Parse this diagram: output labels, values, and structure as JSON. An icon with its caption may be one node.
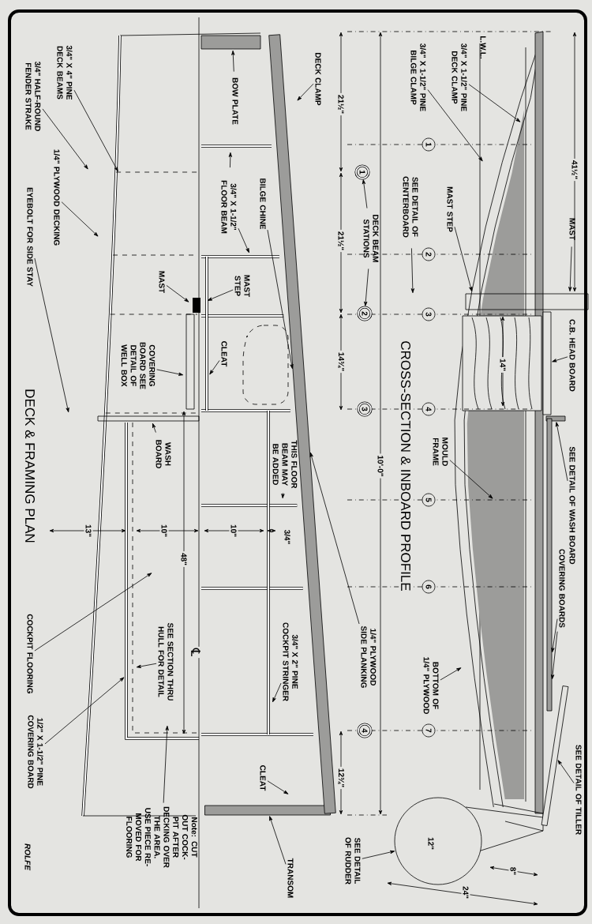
{
  "diagram": {
    "title": "DECK & FRAMING PLAN",
    "caption": "CROSS-SECTION & INBOARD PROFILE",
    "nodes": [
      {
        "text": [
          "3/4\" X 4\" PINE DECK BEAMS"
        ]
      },
      {
        "text": [
          "3/4\" HALF-ROUND FENDER STRAKE"
        ]
      },
      {
        "text": [
          "1/4\" PLYWOOD DECKING"
        ]
      },
      {
        "text": [
          "EYEBOLT FOR SIDE STAY"
        ]
      },
      {
        "text": [
          "BOW PLATE"
        ]
      },
      {
        "text": [
          "3/4\" X 1-1/2\" FLOOR BEAM"
        ]
      },
      {
        "text": [
          "BILGE CHINE"
        ]
      },
      {
        "text": [
          "DECK CLAMP"
        ]
      },
      {
        "text": [
          "MAST"
        ]
      },
      {
        "text": [
          "MAST STEP"
        ]
      },
      {
        "text": [
          "COVERING BOARD SEE DETAIL OF WELL BOX"
        ]
      },
      {
        "text": [
          "CLEAT"
        ]
      },
      {
        "text": [
          "WASH BOARD"
        ]
      },
      {
        "text": [
          "THIS FLOOR BEAM MAY BE ADDED"
        ]
      },
      {
        "text": [
          "COCKPIT FLOORING"
        ]
      },
      {
        "text": [
          "SEE SECTION THRU HULL FOR DETAIL"
        ]
      },
      {
        "text": [
          "1/2\" X 1-1/2\" PINE COVERING BOARD"
        ]
      },
      {
        "text": [
          "3/4\" X 2\" PINE COCKPIT STRINGER"
        ]
      },
      {
        "text": [
          "CLEAT"
        ]
      },
      {
        "text": [
          "TRANSOM"
        ]
      },
      {
        "text": [
          "Note: CUT OUT COCK- PIT AFTER DECKING OVER THE AREA. USE PIECE RE- MOVED FOR FLOORING"
        ]
      },
      {
        "text": [
          "3/4\" X 1-1/2\" PINE DECK CLAMP"
        ]
      },
      {
        "text": [
          "3/4\" X 1-1/2\" PINE BILGE CLAMP"
        ]
      },
      {
        "text": [
          "SEE DETAIL OF CENTERBOARD"
        ]
      },
      {
        "text": [
          "MAST STEP"
        ]
      },
      {
        "text": [
          "MAST"
        ]
      },
      {
        "text": [
          "C.B. HEAD BOARD"
        ]
      },
      {
        "text": [
          "SEE DETAIL OF WASH BOARD"
        ]
      },
      {
        "text": [
          "COVERING BOARDS"
        ]
      },
      {
        "text": [
          "MOULD FRAME"
        ]
      },
      {
        "text": [
          "1/4\" PLYWOOD SIDE PLANKING"
        ]
      },
      {
        "text": [
          "BOTTOM OF 1/4\" PLYWOOD"
        ]
      },
      {
        "text": [
          "SEE DETAIL OF TILLER"
        ]
      },
      {
        "text": [
          "SEE DETAIL OF RUDDER"
        ]
      },
      {
        "text": [
          "DECK BEAM STATIONS"
        ]
      },
      {
        "text": [
          "1"
        ]
      },
      {
        "text": [
          "2"
        ]
      },
      {
        "text": [
          "3"
        ]
      },
      {
        "text": [
          "4"
        ]
      },
      {
        "text": [
          "1"
        ]
      },
      {
        "text": [
          "2"
        ]
      },
      {
        "text": [
          "3"
        ]
      },
      {
        "text": [
          "4"
        ]
      },
      {
        "text": [
          "5"
        ]
      },
      {
        "text": [
          "6"
        ]
      },
      {
        "text": [
          "7"
        ]
      },
      {
        "text": [],
        "shape": "bar"
      },
      {
        "text": [],
        "shape": "bar"
      },
      {
        "text": [],
        "shape": "bar"
      },
      {
        "text": [],
        "shape": "bar"
      },
      {
        "text": [],
        "shape": "bar"
      },
      {
        "text": [],
        "shape": "circle"
      },
      {
        "text": [],
        "shape": "bar"
      }
    ],
    "edges": [
      {
        "from": 0,
        "to": null,
        "arrow": "to"
      },
      {
        "from": 1,
        "to": null,
        "arrow": "to"
      },
      {
        "from": 2,
        "to": null,
        "arrow": "to"
      },
      {
        "from": 3,
        "to": null,
        "arrow": "to"
      },
      {
        "from": 4,
        "to": null,
        "arrow": "to"
      },
      {
        "from": 5,
        "to": null,
        "arrow": "to"
      },
      {
        "from": 5,
        "to": null,
        "arrow": "to"
      },
      {
        "from": 6,
        "to": 52,
        "arrow": "to"
      },
      {
        "from": 7,
        "to": null,
        "arrow": "to"
      },
      {
        "from": 8,
        "to": null,
        "arrow": "to"
      },
      {
        "from": 9,
        "to": null,
        "arrow": "to"
      },
      {
        "from": 10,
        "to": null,
        "arrow": "to"
      },
      {
        "from": 11,
        "to": null,
        "arrow": "to"
      },
      {
        "from": 12,
        "to": null,
        "arrow": "to"
      },
      {
        "from": 13,
        "to": null,
        "arrow": "to"
      },
      {
        "from": 14,
        "to": null,
        "arrow": "to"
      },
      {
        "from": 15,
        "to": null,
        "arrow": "to"
      },
      {
        "from": 16,
        "to": null,
        "arrow": "to"
      },
      {
        "from": 17,
        "to": null,
        "arrow": "to"
      },
      {
        "from": 18,
        "to": null,
        "arrow": "to"
      },
      {
        "from": 19,
        "to": 46,
        "arrow": "to"
      },
      {
        "from": 20,
        "to": null,
        "arrow": "to"
      },
      {
        "from": 21,
        "to": null,
        "arrow": "to"
      },
      {
        "from": 22,
        "to": null,
        "arrow": "to"
      },
      {
        "from": 23,
        "to": null,
        "arrow": "to"
      },
      {
        "from": 24,
        "to": null,
        "arrow": "to"
      },
      {
        "from": 25,
        "to": null,
        "arrow": "to"
      },
      {
        "from": 26,
        "to": 47,
        "arrow": "to"
      },
      {
        "from": 27,
        "to": 48,
        "arrow": "to"
      },
      {
        "from": 28,
        "to": 49,
        "arrow": "to"
      },
      {
        "from": 28,
        "to": 49,
        "arrow": "to"
      },
      {
        "from": 29,
        "to": null,
        "arrow": "to"
      },
      {
        "from": 30,
        "to": 52,
        "arrow": "to"
      },
      {
        "from": 31,
        "to": null,
        "arrow": "to"
      },
      {
        "from": 32,
        "to": 50,
        "arrow": "to"
      },
      {
        "from": 33,
        "to": 51,
        "arrow": "to"
      },
      {
        "from": 34,
        "to": 35,
        "arrow": "to"
      },
      {
        "from": 34,
        "to": 36,
        "arrow": "to"
      }
    ],
    "labels": [
      "L.W.L.",
      "21½\"",
      "21½\"",
      "14¾\"",
      "12¾\"",
      "10'-0\"",
      "41½\"",
      "14\"",
      "12\"",
      "8\"",
      "24\"",
      "13\"",
      "10\"",
      "10\"",
      "3/4\"",
      "48\"",
      "℄",
      "ROLFE"
    ]
  }
}
